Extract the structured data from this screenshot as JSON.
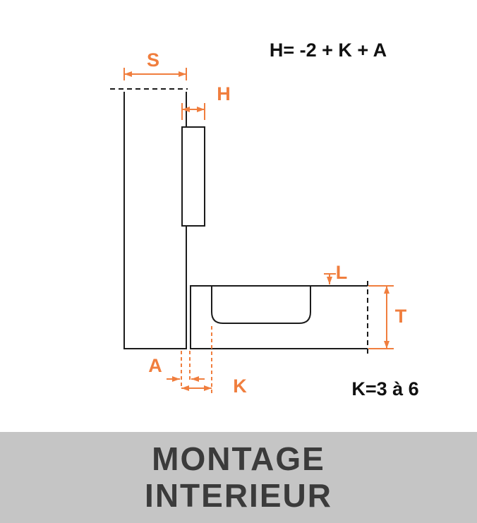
{
  "diagram": {
    "formulas": {
      "h_formula": "H= -2 + K + A",
      "k_range": "K=3 à 6"
    },
    "labels": {
      "s": "S",
      "h": "H",
      "l": "L",
      "t": "T",
      "a": "A",
      "k": "K"
    },
    "colors": {
      "dimension": "#F07E3E",
      "outline": "#1B1B1B",
      "banner_background": "#C5C5C5",
      "banner_text": "#3B3B3B"
    }
  },
  "banner": {
    "line1": "MONTAGE",
    "line2": "INTERIEUR"
  }
}
